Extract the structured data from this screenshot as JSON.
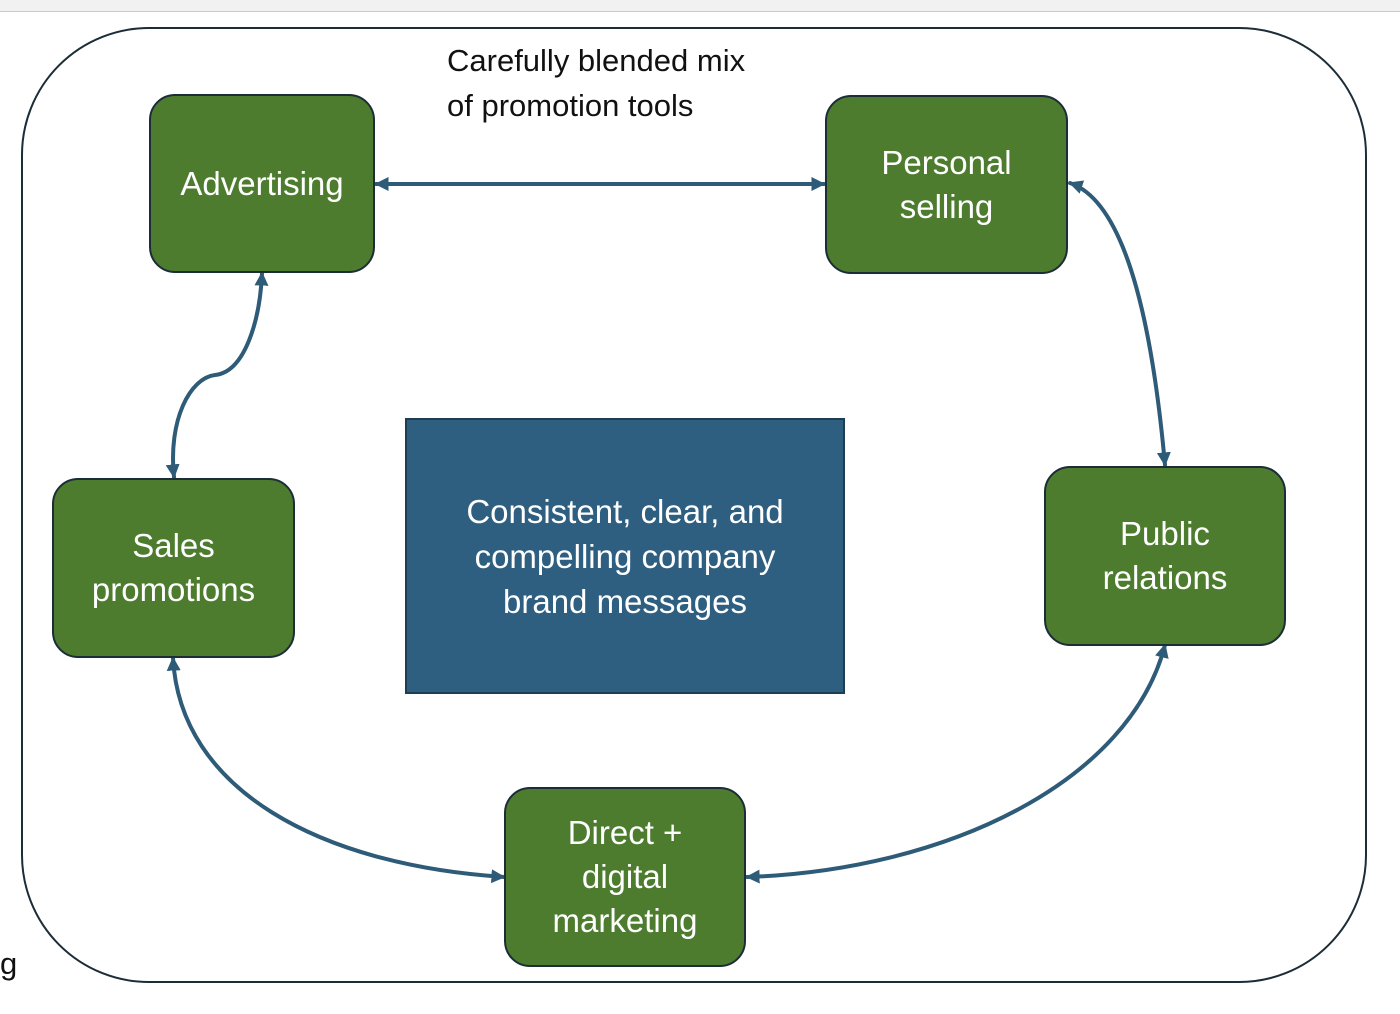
{
  "caption": {
    "lines": [
      "Carefully blended mix",
      "of promotion tools"
    ]
  },
  "tools": {
    "advertising": {
      "lines": [
        "Advertising"
      ]
    },
    "personal_selling": {
      "lines": [
        "Personal",
        "selling"
      ]
    },
    "public_relations": {
      "lines": [
        "Public",
        "relations"
      ]
    },
    "direct_digital": {
      "lines": [
        "Direct +",
        "digital",
        "marketing"
      ]
    },
    "sales_promotions": {
      "lines": [
        "Sales",
        "promotions"
      ]
    }
  },
  "center": {
    "lines": [
      "Consistent, clear, and",
      "compelling company",
      "brand messages"
    ]
  },
  "edge_fragment": "g",
  "colors": {
    "tool_fill": "#4d7c2f",
    "center_fill": "#2f5f80",
    "connector": "#2e5b78",
    "outline": "#1c2d38"
  }
}
